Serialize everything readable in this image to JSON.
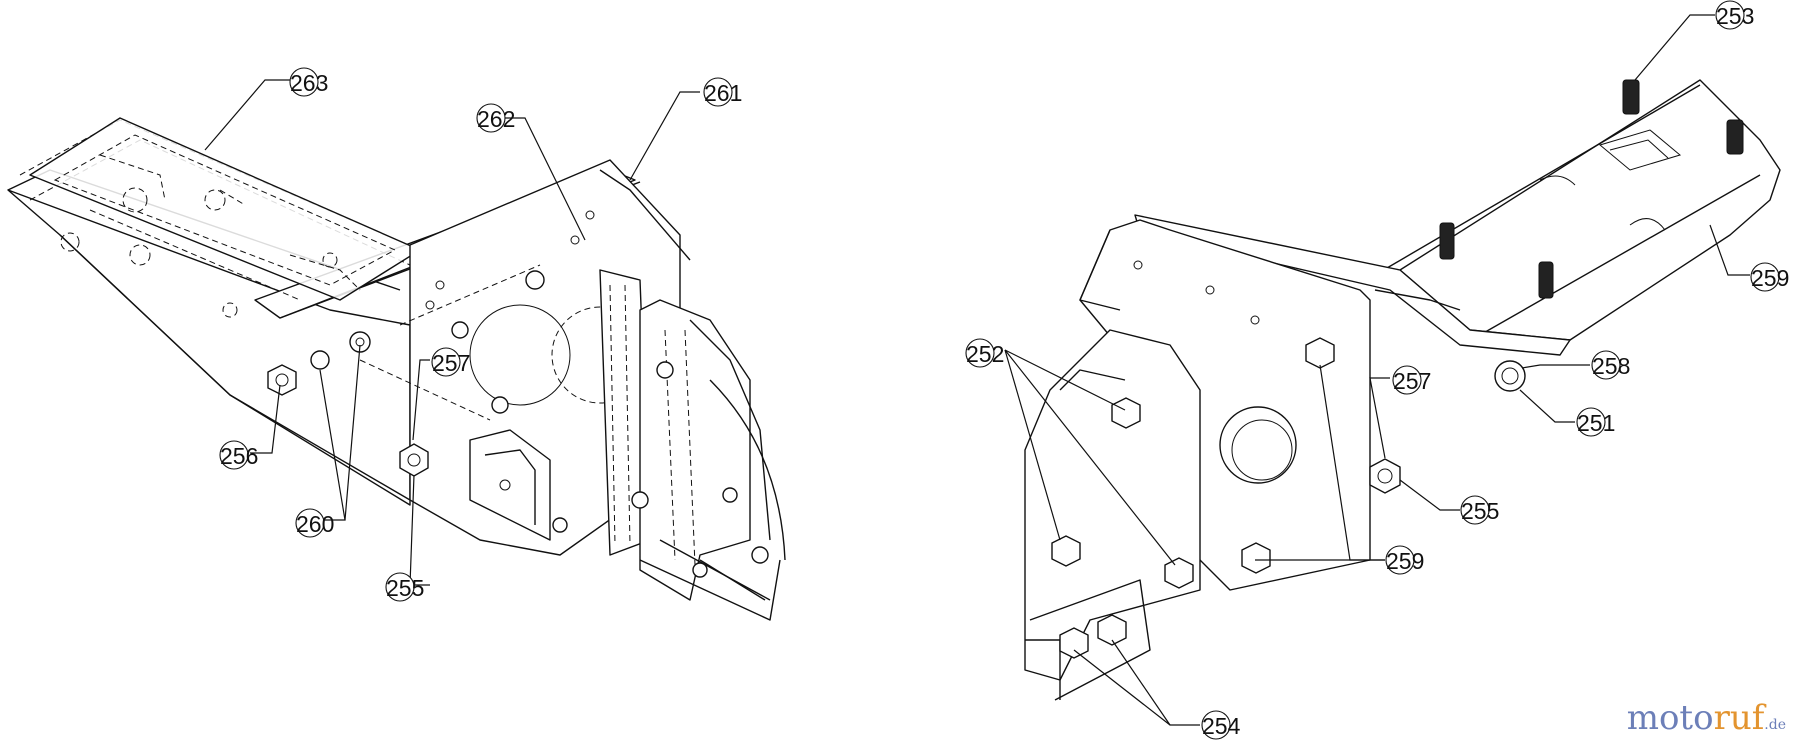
{
  "diagram": {
    "left_assembly": {
      "callouts": [
        "263",
        "262",
        "261",
        "257",
        "256",
        "260",
        "255"
      ]
    },
    "right_assembly": {
      "callouts": [
        "253",
        "259",
        "252",
        "257",
        "258",
        "251",
        "255",
        "259",
        "254"
      ]
    }
  },
  "watermark": {
    "part1": "moto",
    "part2": "ruf",
    "part3": "",
    "suffix": ".de"
  }
}
